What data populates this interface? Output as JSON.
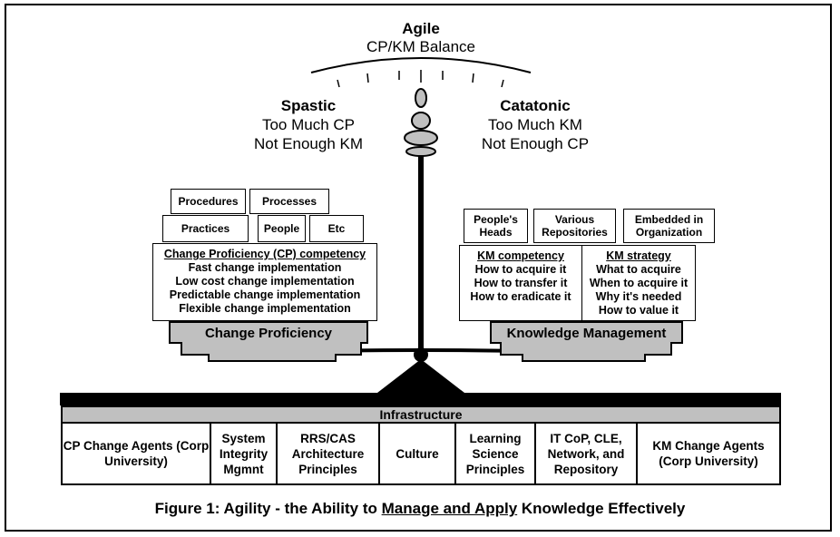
{
  "top": {
    "title": "Agile",
    "subtitle": "CP/KM Balance"
  },
  "left_state": {
    "title": "Spastic",
    "line1": "Too Much CP",
    "line2": "Not Enough KM"
  },
  "right_state": {
    "title": "Catatonic",
    "line1": "Too Much KM",
    "line2": "Not Enough CP"
  },
  "cp": {
    "tags": [
      "Procedures",
      "Processes",
      "Practices",
      "People",
      "Etc"
    ],
    "heading": "Change Proficiency (CP) competency",
    "items": [
      "Fast change implementation",
      "Low cost change implementation",
      "Predictable change implementation",
      "Flexible change implementation"
    ],
    "pan_label": "Change Proficiency"
  },
  "km": {
    "tags": [
      "People's Heads",
      "Various Repositories",
      "Embedded in Organization"
    ],
    "competency_heading": "KM competency",
    "competency_items": [
      "How to acquire it",
      "How to transfer it",
      "How to eradicate it"
    ],
    "strategy_heading": "KM strategy",
    "strategy_items": [
      "What to acquire",
      "When to acquire it",
      "Why it's needed",
      "How to value it"
    ],
    "pan_label": "Knowledge Management"
  },
  "infrastructure": {
    "title": "Infrastructure",
    "cells": [
      "CP Change Agents (Corp University)",
      "System Integrity Mgmnt",
      "RRS/CAS Architecture Principles",
      "Culture",
      "Learning Science Principles",
      "IT CoP, CLE, Network, and Repository",
      "KM Change Agents (Corp University)"
    ]
  },
  "caption": {
    "prefix": "Figure 1: Agility - the Ability to ",
    "underlined": "Manage and Apply",
    "suffix": " Knowledge Effectively"
  },
  "colors": {
    "line": "#000000",
    "pan_fill": "#c0c0c0",
    "infra_header": "#c0c0c0"
  }
}
